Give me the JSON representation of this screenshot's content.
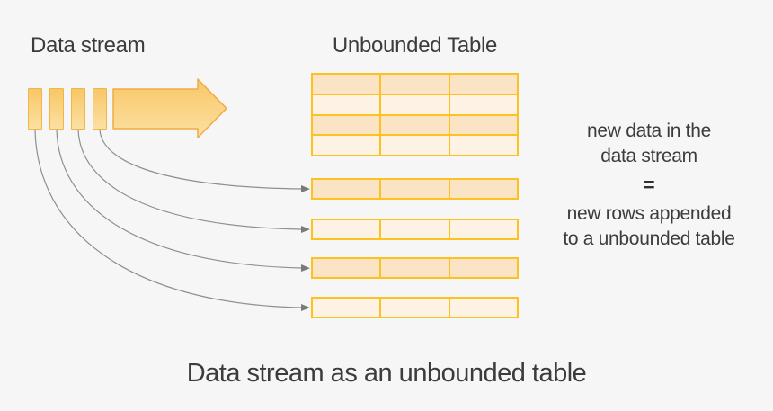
{
  "labels": {
    "data_stream": "Data stream",
    "unbounded_table": "Unbounded Table",
    "caption": "Data stream as an unbounded table"
  },
  "equivalence_note": {
    "line1": "new data in the",
    "line2": "data stream",
    "equals": "=",
    "line3": "new rows appended",
    "line4": "to a unbounded table"
  },
  "stream": {
    "bar_count": 4
  },
  "table": {
    "header_block_rows": 4,
    "columns": 3,
    "appended_rows": 4
  },
  "icons": {
    "stream_arrow": "right-arrow-icon",
    "row_connectors": "curved-arrow-icon"
  },
  "colors": {
    "background": "#F6F6F6",
    "table_border": "#FCC21F",
    "row_fill_dark": "#FBE3C5",
    "row_fill_light": "#FDF2E3",
    "bar_fill_top": "#F8C767",
    "bar_fill_bottom": "#FCE0A2",
    "bar_border": "#F0B647",
    "connector": "#8F8F8F",
    "text": "#3C3C3C"
  }
}
